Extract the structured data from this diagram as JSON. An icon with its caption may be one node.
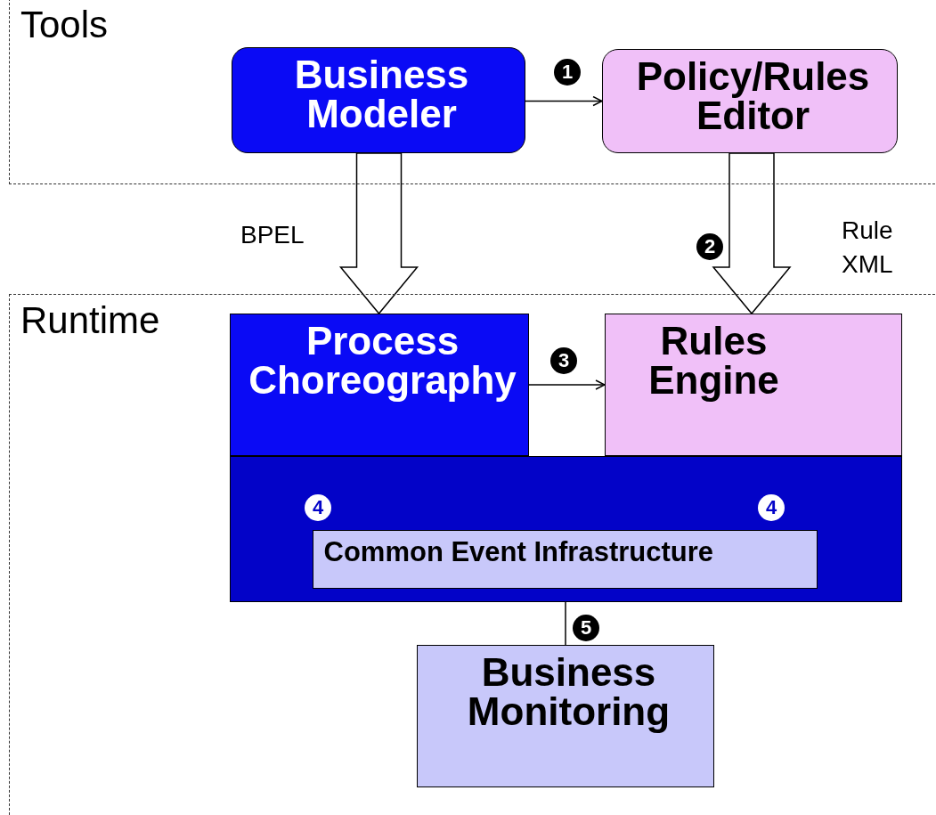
{
  "diagram": {
    "nodes": [
      {
        "text": [
          "Tools"
        ]
      },
      {
        "text": [
          "Business Modeler"
        ],
        "in": 0
      },
      {
        "text": [
          "Policy/Rules Editor"
        ],
        "in": 0
      },
      {
        "text": [
          "Runtime"
        ]
      },
      {
        "text": [
          "Process Choreography"
        ],
        "in": 3
      },
      {
        "text": [
          "Rules Engine"
        ],
        "in": 3
      },
      {
        "text": [],
        "shape": "box",
        "in": 3
      },
      {
        "text": [
          "Common Event Infrastructure"
        ],
        "in": 6
      },
      {
        "text": [
          "Business Monitoring"
        ],
        "in": 3
      }
    ],
    "edges": [
      {
        "from": 1,
        "to": 2,
        "arrow": "to"
      },
      {
        "from": 1,
        "to": 4,
        "arrow": "to",
        "label": "BPEL",
        "style": "thick"
      },
      {
        "from": 2,
        "to": 5,
        "arrow": "to",
        "label": "Rule XML",
        "style": "thick"
      },
      {
        "from": 4,
        "to": 5,
        "arrow": "to"
      },
      {
        "from": 7,
        "to": 8,
        "arrow": "none"
      }
    ],
    "labels": [
      "1",
      "2",
      "3",
      "4",
      "4",
      "5"
    ]
  }
}
